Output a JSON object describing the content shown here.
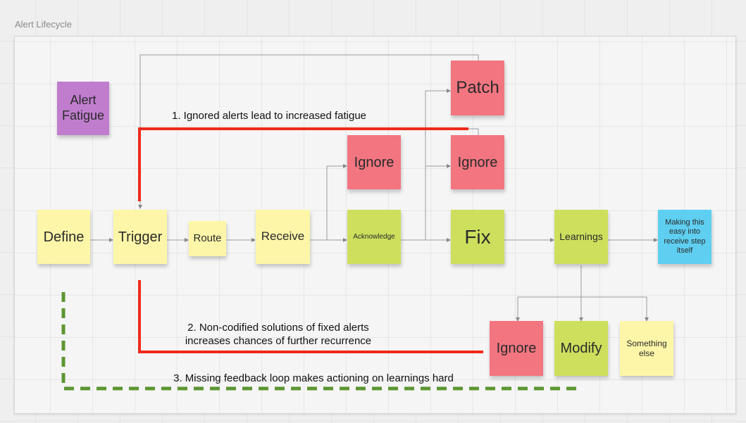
{
  "frame": {
    "title": "Alert Lifecycle"
  },
  "notes": {
    "alert_fatigue": "Alert Fatigue",
    "define": "Define",
    "trigger": "Trigger",
    "route": "Route",
    "receive": "Receive",
    "acknowledge": "Acknowledge",
    "ignore_top": "Ignore",
    "patch": "Patch",
    "ignore_right": "Ignore",
    "fix": "Fix",
    "learnings": "Learnings",
    "making_easy": "Making this easy into receive step itself",
    "ignore_bottom": "Ignore",
    "modify": "Modify",
    "something_else": "Something else"
  },
  "annotations": {
    "a1": "1. Ignored alerts lead to increased fatigue",
    "a2_line1": "2. Non-codified solutions of fixed alerts",
    "a2_line2": "increases chances of further recurrence",
    "a3": "3. Missing feedback loop makes actioning on learnings hard"
  },
  "colors": {
    "yellow": "#fdf6a8",
    "green": "#cddf5d",
    "red": "#f27580",
    "purple": "#c07dce",
    "blue": "#5fcff1",
    "highlight_red": "#ee2a1b",
    "feedback_green": "#5c9632",
    "connector": "#999999"
  }
}
